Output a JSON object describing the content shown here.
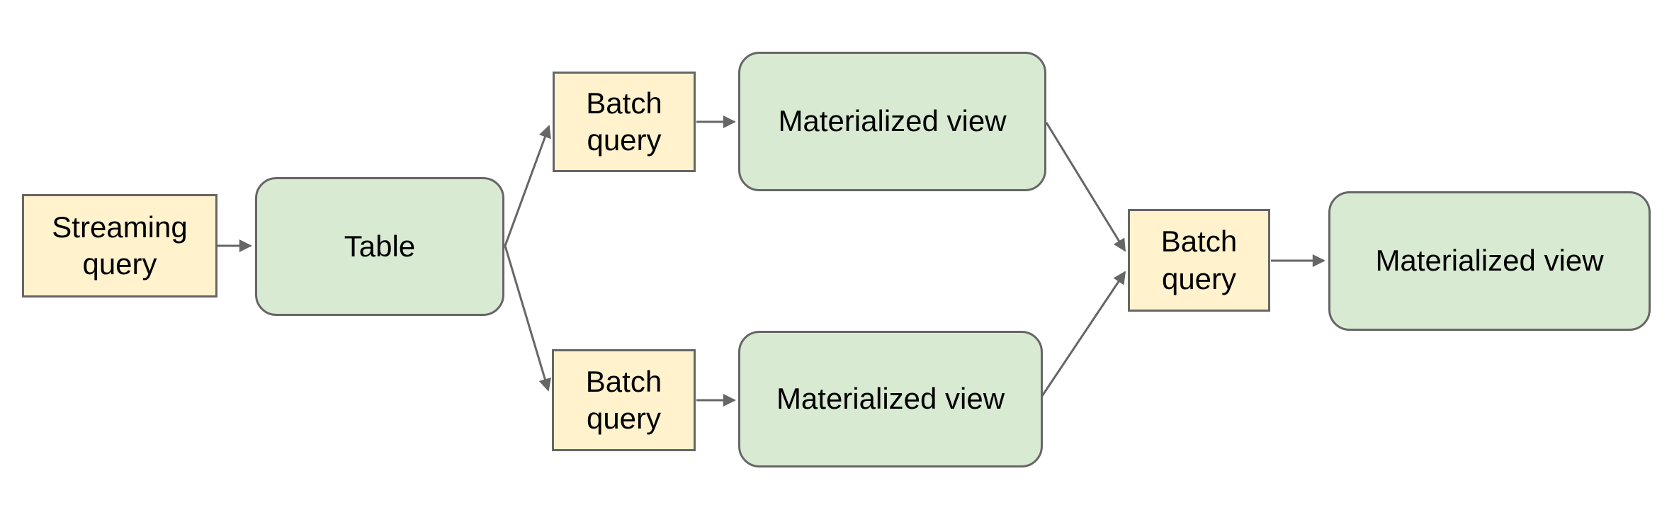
{
  "nodes": {
    "streaming_query": {
      "label": "Streaming query",
      "kind": "query"
    },
    "table": {
      "label": "Table",
      "kind": "table"
    },
    "batch_query_top": {
      "label": "Batch query",
      "kind": "query"
    },
    "materialized_view_top": {
      "label": "Materialized view",
      "kind": "view"
    },
    "batch_query_bottom": {
      "label": "Batch query",
      "kind": "query"
    },
    "materialized_view_bottom": {
      "label": "Materialized view",
      "kind": "view"
    },
    "batch_query_center": {
      "label": "Batch query",
      "kind": "query"
    },
    "materialized_view_right": {
      "label": "Materialized view",
      "kind": "view"
    }
  },
  "edges": [
    {
      "from": "streaming-query",
      "to": "table"
    },
    {
      "from": "table",
      "to": "batch-query-top"
    },
    {
      "from": "table",
      "to": "batch-query-bottom"
    },
    {
      "from": "batch-query-top",
      "to": "materialized-view-top"
    },
    {
      "from": "batch-query-bottom",
      "to": "materialized-view-bottom"
    },
    {
      "from": "materialized-view-top",
      "to": "batch-query-center"
    },
    {
      "from": "materialized-view-bottom",
      "to": "batch-query-center"
    },
    {
      "from": "batch-query-center",
      "to": "materialized-view-right"
    }
  ],
  "colors": {
    "query_fill": "#fff2cc",
    "table_view_fill": "#d9ead3",
    "border": "#666666",
    "arrow": "#666666",
    "text": "#000000",
    "background": "#ffffff"
  }
}
